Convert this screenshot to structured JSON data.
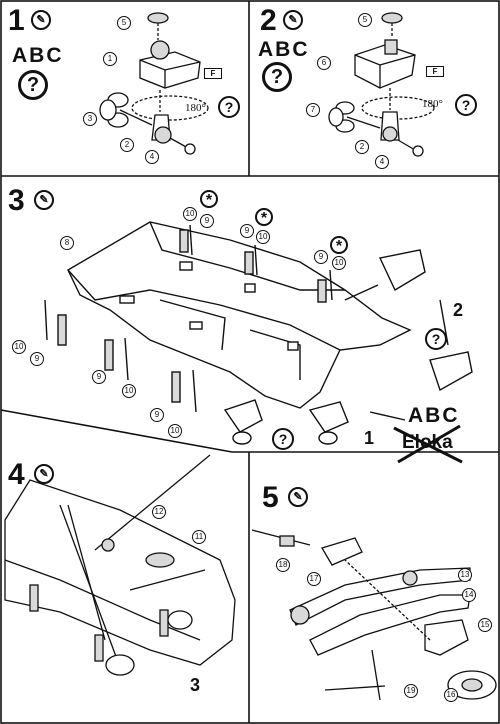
{
  "steps": {
    "s1": {
      "number": "1",
      "abc": "ABC",
      "question": "?",
      "angle": "180°",
      "flag": "F",
      "callouts": [
        "5",
        "1",
        "3",
        "2",
        "4"
      ]
    },
    "s2": {
      "number": "2",
      "abc": "ABC",
      "question": "?",
      "angle": "180°",
      "flag": "F",
      "callouts": [
        "5",
        "6",
        "7",
        "2",
        "4"
      ]
    },
    "s3": {
      "number": "3",
      "question": "?",
      "asterisk": "*",
      "callouts": {
        "c8": "8",
        "c9": "9",
        "c10": "10"
      },
      "label_2": "2",
      "label_1": "1",
      "abc": "ABC",
      "eloka": "Eloka"
    },
    "s4": {
      "number": "4",
      "callouts": [
        "12",
        "11"
      ],
      "label_3": "3"
    },
    "s5": {
      "number": "5",
      "callouts": [
        "18",
        "17",
        "13",
        "14",
        "15",
        "16",
        "19"
      ]
    }
  },
  "colors": {
    "ink": "#111111",
    "paper": "#ffffff",
    "shade": "#d9d9d9"
  }
}
